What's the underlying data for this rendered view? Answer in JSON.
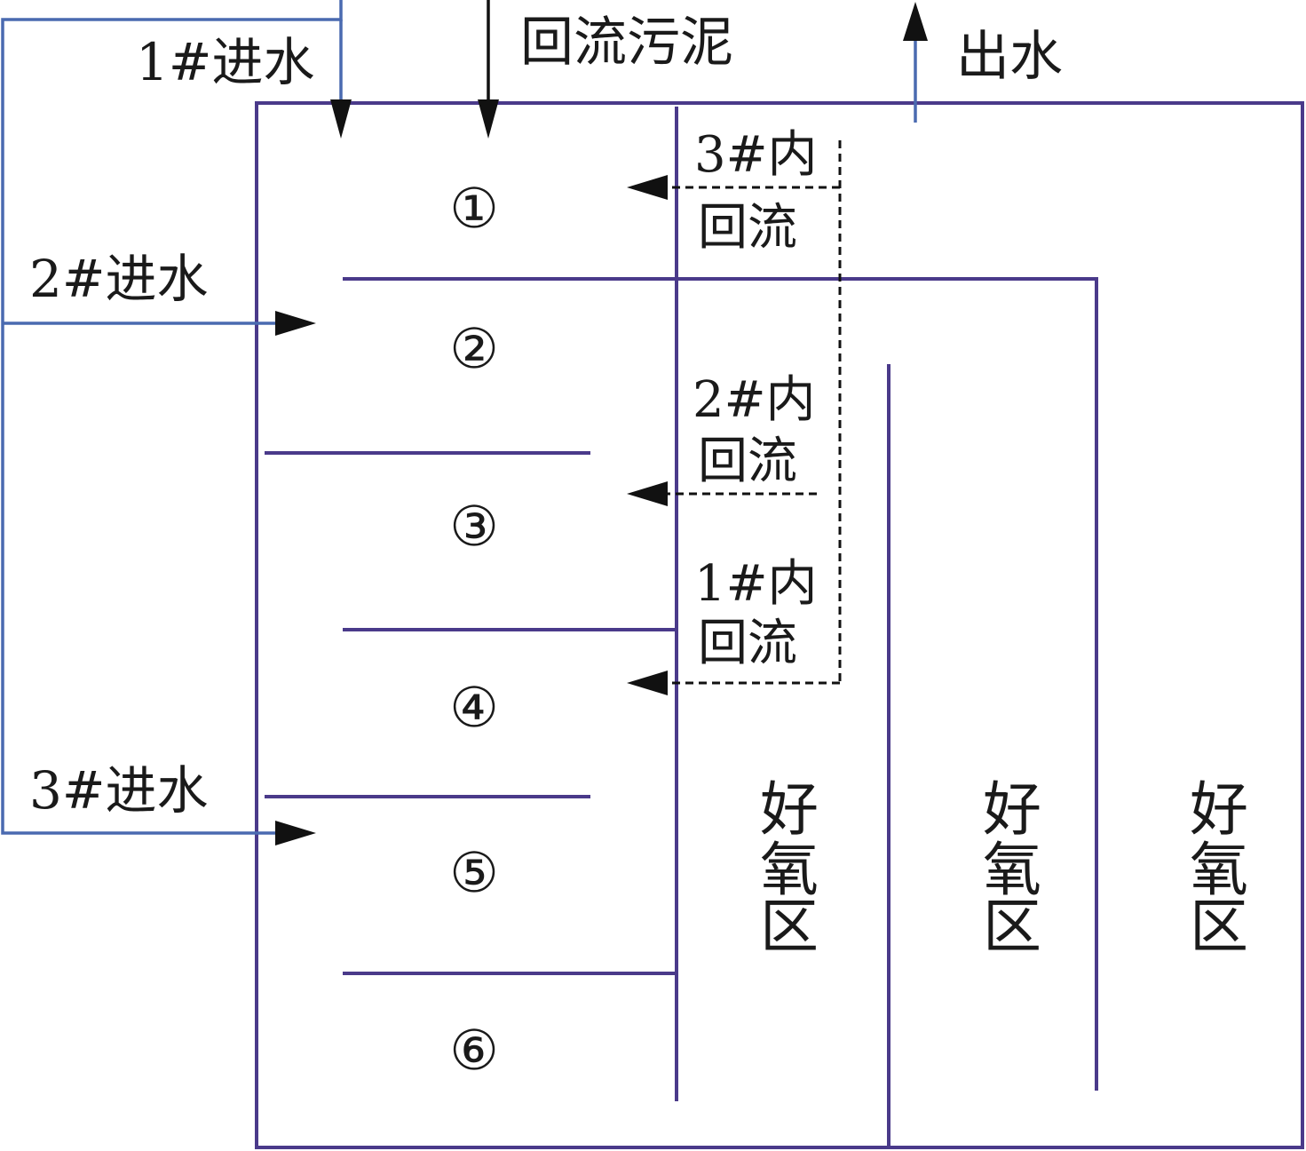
{
  "colors": {
    "tank": "#4a3a8a",
    "feed": "#4a6ab0",
    "arrow": "#111111",
    "text": "#1a1a1a"
  },
  "inlets": {
    "inlet1": "1#进水",
    "inlet2": "2#进水",
    "inlet3": "3#进水"
  },
  "flows": {
    "return_sludge": "回流污泥",
    "effluent": "出水"
  },
  "recycles": {
    "r3": {
      "line1": "3#内",
      "line2": "回流"
    },
    "r2": {
      "line1": "2#内",
      "line2": "回流"
    },
    "r1": {
      "line1": "1#内",
      "line2": "回流"
    }
  },
  "zones": [
    "①",
    "②",
    "③",
    "④",
    "⑤",
    "⑥"
  ],
  "oxic": {
    "a": {
      "c1": "好",
      "c2": "氧",
      "c3": "区"
    },
    "b": {
      "c1": "好",
      "c2": "氧",
      "c3": "区"
    },
    "c": {
      "c1": "好",
      "c2": "氧",
      "c3": "区"
    }
  }
}
